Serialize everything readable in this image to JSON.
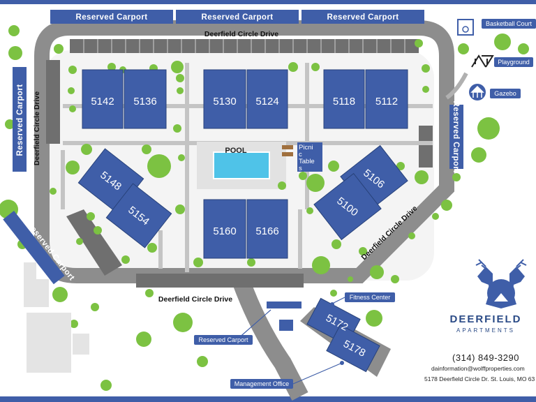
{
  "carports": {
    "top_left": "Reserved Carport",
    "top_mid": "Reserved Carport",
    "top_right": "Reserved Carport",
    "left": "Reserved Carport",
    "right": "Reserved Carport",
    "bottom_left": "Reserved Carport",
    "callout": "Reserved Carport"
  },
  "roads": {
    "top": "Deerfield Circle Drive",
    "left": "Deerfield Circle Drive",
    "bottom": "Deerfield Circle Drive",
    "right": "Deerfield Circle Drive"
  },
  "buildings": {
    "b5142": "5142",
    "b5136": "5136",
    "b5130": "5130",
    "b5124": "5124",
    "b5118": "5118",
    "b5112": "5112",
    "b5148": "5148",
    "b5154": "5154",
    "b5160": "5160",
    "b5166": "5166",
    "b5106": "5106",
    "b5100": "5100",
    "b5172": "5172",
    "b5178": "5178"
  },
  "amenities": {
    "pool": "POOL",
    "picnic_line1": "Picni",
    "picnic_line2": "c",
    "picnic_line3": "Table",
    "picnic_line4": "s",
    "basketball": "Basketball Court",
    "playground": "Playground",
    "gazebo": "Gazebo",
    "fitness": "Fitness Center",
    "management": "Management Office"
  },
  "brand": {
    "name": "DEERFIELD",
    "sub": "APARTMENTS",
    "phone": "(314) 849-3290",
    "email": "dainformation@wolffproperties.com",
    "address": "5178 Deerfield Circle Dr. St. Louis, MO 63"
  },
  "colors": {
    "building": "#3f5ea8",
    "road": "#8d8d8d",
    "carport": "#3f5ea8",
    "brand": "#2a4a86"
  }
}
